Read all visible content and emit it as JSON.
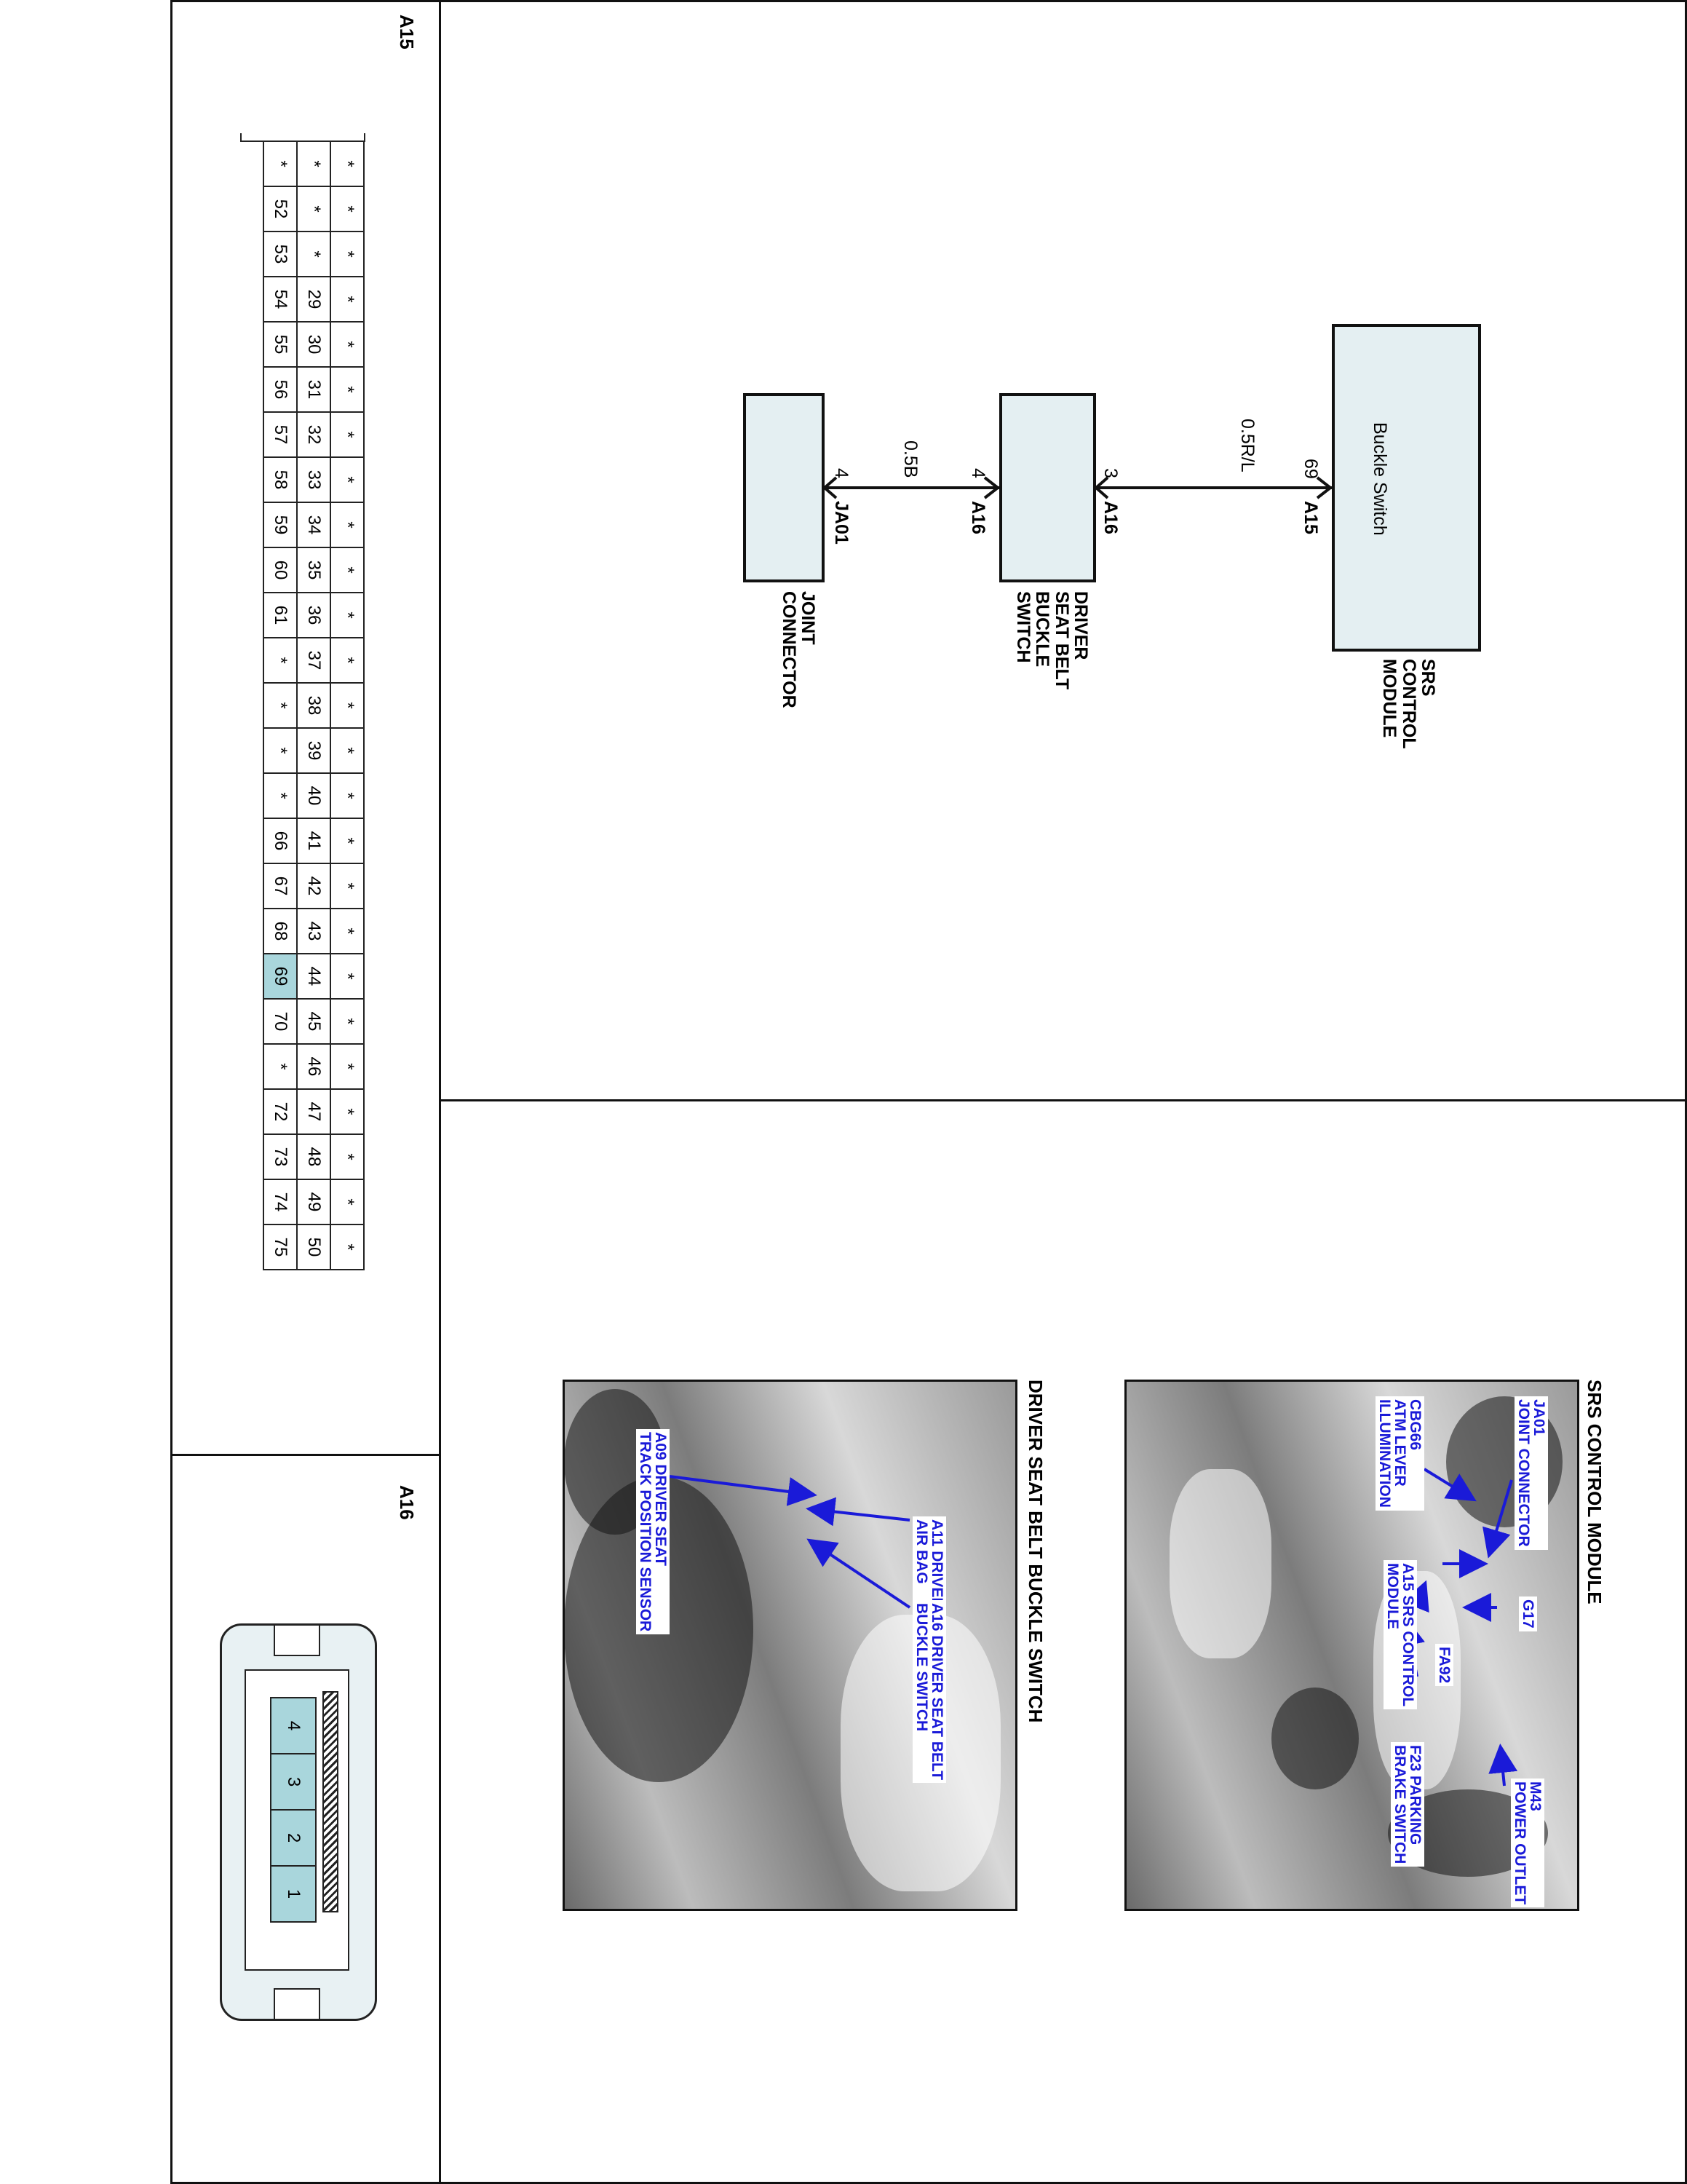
{
  "sections": {
    "srs_photo_title": "SRS CONTROL MODULE",
    "buckle_photo_title": "DRIVER SEAT BELT BUCKLE SWITCH",
    "a15_title": "A15",
    "a16_title": "A16"
  },
  "schematic": {
    "srs_module": {
      "name": "SRS\nCONTROL\nMODULE",
      "inner_label": "Buckle Switch",
      "pin": "69",
      "connector": "A15"
    },
    "wire1": {
      "color": "0.5R/L"
    },
    "buckle_switch": {
      "name": "DRIVER\nSEAT BELT\nBUCKLE\nSWITCH",
      "pin_in": "3",
      "conn_in": "A16",
      "pin_out": "4",
      "conn_out": "A16"
    },
    "wire2": {
      "color": "0.5B"
    },
    "joint": {
      "name": "JOINT\nCONNECTOR",
      "pin": "4",
      "connector": "JA01"
    }
  },
  "srs_callouts": {
    "ja01": "JA01\nJOINT CONNECTOR",
    "cbg66": "CBG66\nATM LEVER\nILLUMINATION",
    "g17": "G17",
    "a15": "A15 SRS CONTROL\nMODULE",
    "fa92": "FA92",
    "f23": "F23 PARKING\nBRAKE SWITCH",
    "m43": "M43\nPOWER OUTLET"
  },
  "buckle_callouts": {
    "a11": "A11 DRIVER SIDE\nAIR BAG",
    "a09": "A09 DRIVER SEAT\nTRACK POSITION SENSOR",
    "a16": "A16 DRIVER SEAT BELT\nBUCKLE SWITCH"
  },
  "a15_rows": [
    [
      "*",
      "*",
      "*",
      "*",
      "*",
      "*",
      "*",
      "*",
      "*",
      "*",
      "*",
      "*",
      "*",
      "*",
      "*",
      "*",
      "*",
      "*",
      "*",
      "*",
      "*",
      "*",
      "*",
      "*",
      "*"
    ],
    [
      "*",
      "*",
      "*",
      "29",
      "30",
      "31",
      "32",
      "33",
      "34",
      "35",
      "36",
      "37",
      "38",
      "39",
      "40",
      "41",
      "42",
      "43",
      "44",
      "45",
      "46",
      "47",
      "48",
      "49",
      "50"
    ],
    [
      "*",
      "52",
      "53",
      "54",
      "55",
      "56",
      "57",
      "58",
      "59",
      "60",
      "61",
      "*",
      "*",
      "*",
      "*",
      "66",
      "67",
      "68",
      "69",
      "70",
      "*",
      "72",
      "73",
      "74",
      "75"
    ]
  ],
  "a15_highlight": "69",
  "a16_pins": [
    "4",
    "3",
    "2",
    "1"
  ],
  "colors": {
    "box_fill": "#e4eff2",
    "pin_highlight": "#a9d6dc",
    "callout_text": "#1a1ad8"
  }
}
